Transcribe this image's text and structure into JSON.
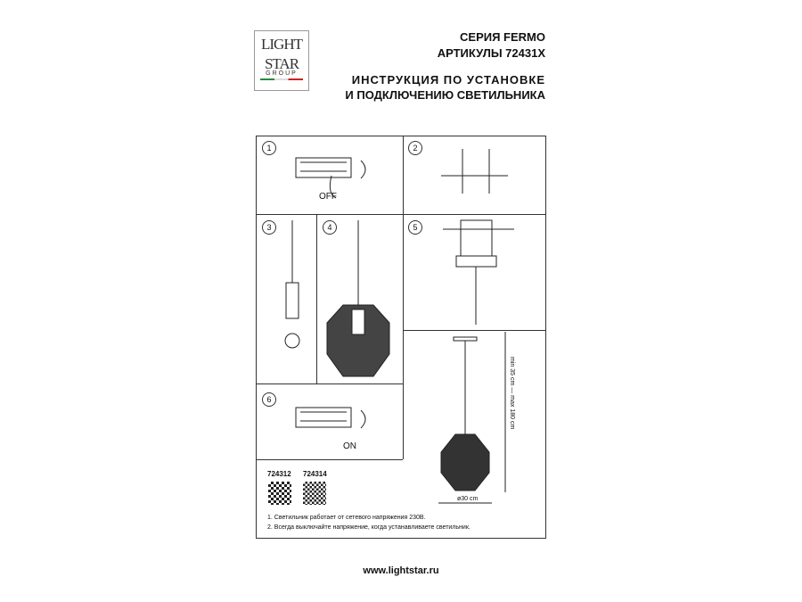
{
  "logo": {
    "line1": "LIGHT",
    "line2": "STAR",
    "line3": "GROUP"
  },
  "header": {
    "series": "СЕРИЯ FERMO",
    "articles": "АРТИКУЛЫ 72431X",
    "title1": "ИНСТРУКЦИЯ ПО УСТАНОВКЕ",
    "title2": "И ПОДКЛЮЧЕНИЮ СВЕТИЛЬНИКА"
  },
  "steps": [
    "1",
    "2",
    "3",
    "4",
    "5",
    "6"
  ],
  "labels": {
    "off": "OFF",
    "on": "ON",
    "height": "min 35 cm — max 180 cm",
    "diameter": "ø30 cm"
  },
  "articles": [
    "724312",
    "724314"
  ],
  "notes": [
    "1. Светильник работает от сетевого напряжения 230В.",
    "2. Всегда выключайте напряжение, когда устанавливаете светильник."
  ],
  "footer": {
    "url": "www.lightstar.ru"
  }
}
